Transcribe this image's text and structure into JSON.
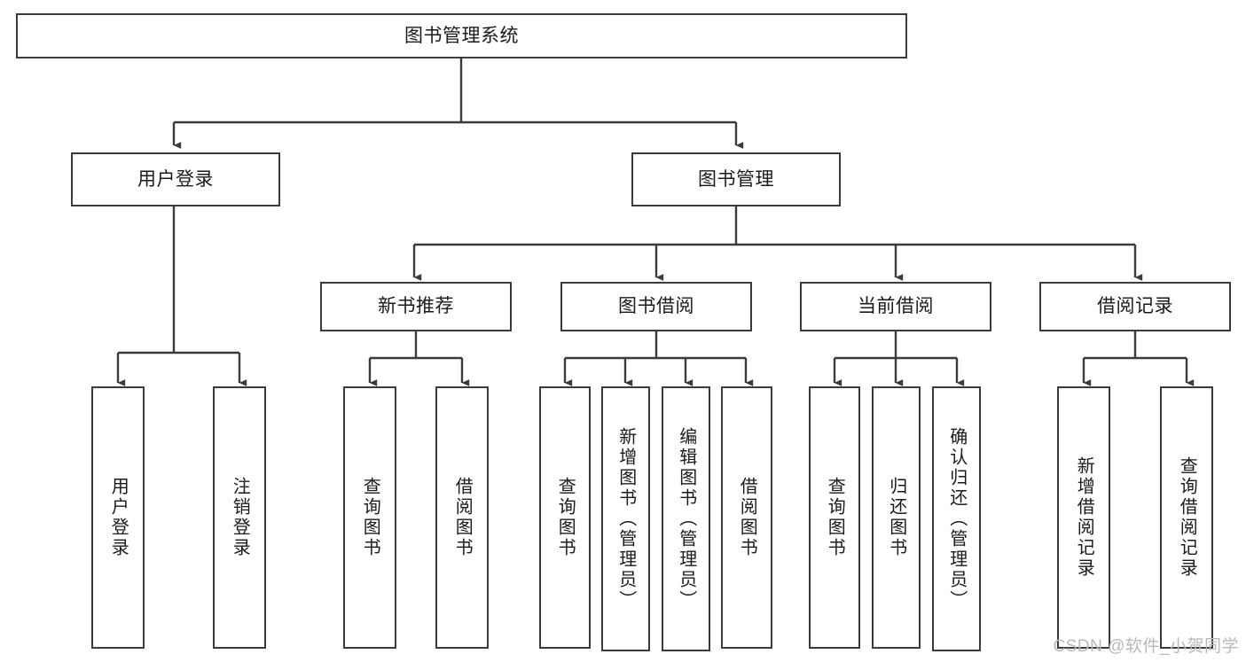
{
  "diagram": {
    "type": "tree-hierarchy",
    "title": "图书管理系统",
    "watermark": "CSDN @软件_小贺同学",
    "colors": {
      "stroke": "#3b3b3b",
      "fill": "#ffffff",
      "text": "#1a1a1a",
      "watermark": "#b9b9b9"
    },
    "nodes": {
      "root": {
        "label": "图书管理系统",
        "orientation": "horizontal"
      },
      "level2": [
        {
          "id": "user-login",
          "label": "用户登录",
          "orientation": "horizontal"
        },
        {
          "id": "book-management",
          "label": "图书管理",
          "orientation": "horizontal"
        }
      ],
      "level3": [
        {
          "id": "new-book-recommend",
          "label": "新书推荐",
          "orientation": "horizontal"
        },
        {
          "id": "book-borrow",
          "label": "图书借阅",
          "orientation": "horizontal"
        },
        {
          "id": "current-borrow",
          "label": "当前借阅",
          "orientation": "horizontal"
        },
        {
          "id": "borrow-record",
          "label": "借阅记录",
          "orientation": "horizontal"
        }
      ],
      "leaves": [
        {
          "id": "leaf-user-login",
          "label": "用户登录",
          "parent": "user-login",
          "orientation": "vertical"
        },
        {
          "id": "leaf-logout-login",
          "label": "注销登录",
          "parent": "user-login",
          "orientation": "vertical"
        },
        {
          "id": "leaf-query-book-1",
          "label": "查询图书",
          "parent": "new-book-recommend",
          "orientation": "vertical"
        },
        {
          "id": "leaf-borrow-book-1",
          "label": "借阅图书",
          "parent": "new-book-recommend",
          "orientation": "vertical"
        },
        {
          "id": "leaf-query-book-2",
          "label": "查询图书",
          "parent": "book-borrow",
          "orientation": "vertical"
        },
        {
          "id": "leaf-add-book",
          "label": "新增图书（管理员）",
          "parent": "book-borrow",
          "orientation": "vertical"
        },
        {
          "id": "leaf-edit-book",
          "label": "编辑图书（管理员）",
          "parent": "book-borrow",
          "orientation": "vertical"
        },
        {
          "id": "leaf-borrow-book-2",
          "label": "借阅图书",
          "parent": "book-borrow",
          "orientation": "vertical"
        },
        {
          "id": "leaf-query-book-3",
          "label": "查询图书",
          "parent": "current-borrow",
          "orientation": "vertical"
        },
        {
          "id": "leaf-return-book",
          "label": "归还图书",
          "parent": "current-borrow",
          "orientation": "vertical"
        },
        {
          "id": "leaf-confirm-return",
          "label": "确认归还（管理员）",
          "parent": "current-borrow",
          "orientation": "vertical"
        },
        {
          "id": "leaf-add-record",
          "label": "新增借阅记录",
          "parent": "borrow-record",
          "orientation": "vertical"
        },
        {
          "id": "leaf-query-record",
          "label": "查询借阅记录",
          "parent": "borrow-record",
          "orientation": "vertical"
        }
      ]
    }
  }
}
